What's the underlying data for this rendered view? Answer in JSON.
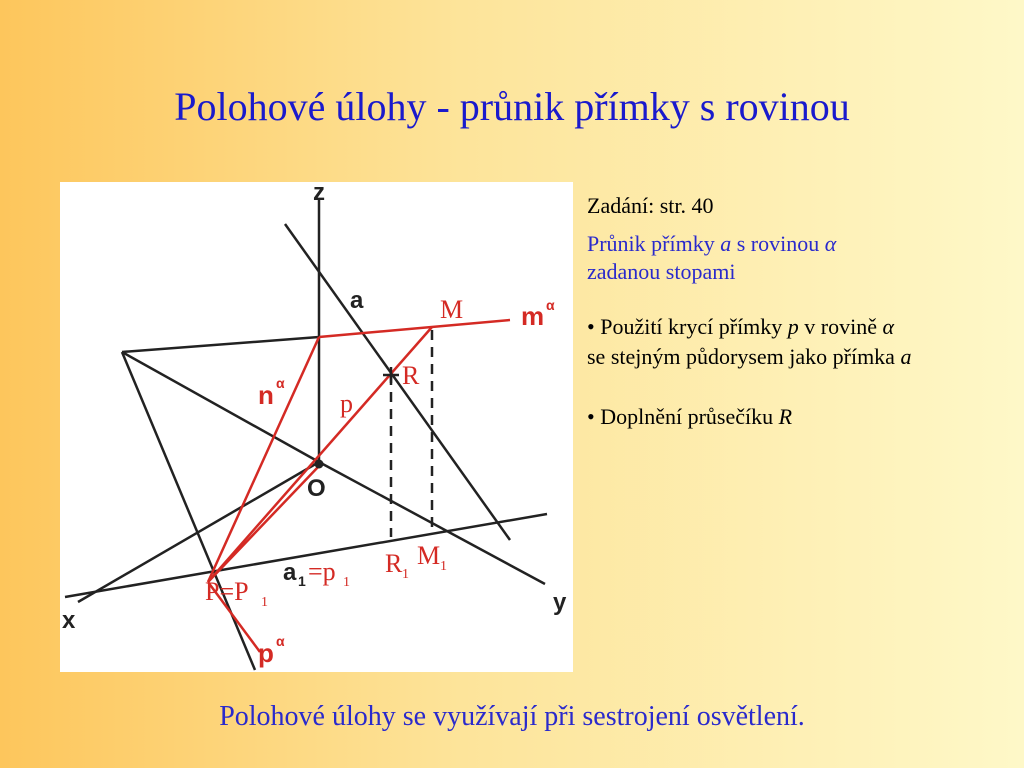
{
  "title": "Polohové úlohy - průnik přímky s rovinou",
  "figure": {
    "labels": {
      "z": "z",
      "x": "x",
      "y": "y",
      "a": "a",
      "O": "O",
      "M": "M",
      "R": "R",
      "p": "p",
      "R1": "R",
      "R1_sub": "1",
      "M1": "M",
      "M1_sub": "1",
      "m_alpha": "m",
      "n_alpha": "n",
      "p_alpha": "p",
      "alpha_sup": "α",
      "PP1": "P=P",
      "PP1_sub": "1",
      "a1": "a",
      "a1_sub": "1",
      "eq_p1": "=p",
      "eq_p1_sub": "1"
    }
  },
  "side": {
    "zadani": "Zadání: str. 40",
    "line1_a": "Průnik přímky ",
    "line1_var": "a",
    "line1_b": " s rovinou ",
    "line1_alpha": "α",
    "line2": "zadanou stopami",
    "bullet1_a": "• Použití krycí přímky ",
    "bullet1_var": "p",
    "bullet1_b": " v rovině ",
    "bullet1_alpha": "α",
    "bullet1_c": "se stejným půdorysem jako přímka ",
    "bullet1_var2": "a",
    "bullet2_a": "• Doplnění průsečíku ",
    "bullet2_var": "R"
  },
  "footer": "Polohové úlohy se využívají při sestrojení osvětlení.",
  "colors": {
    "title": "#1a1acc",
    "construction": "#d42a24",
    "lines": "#222222"
  }
}
